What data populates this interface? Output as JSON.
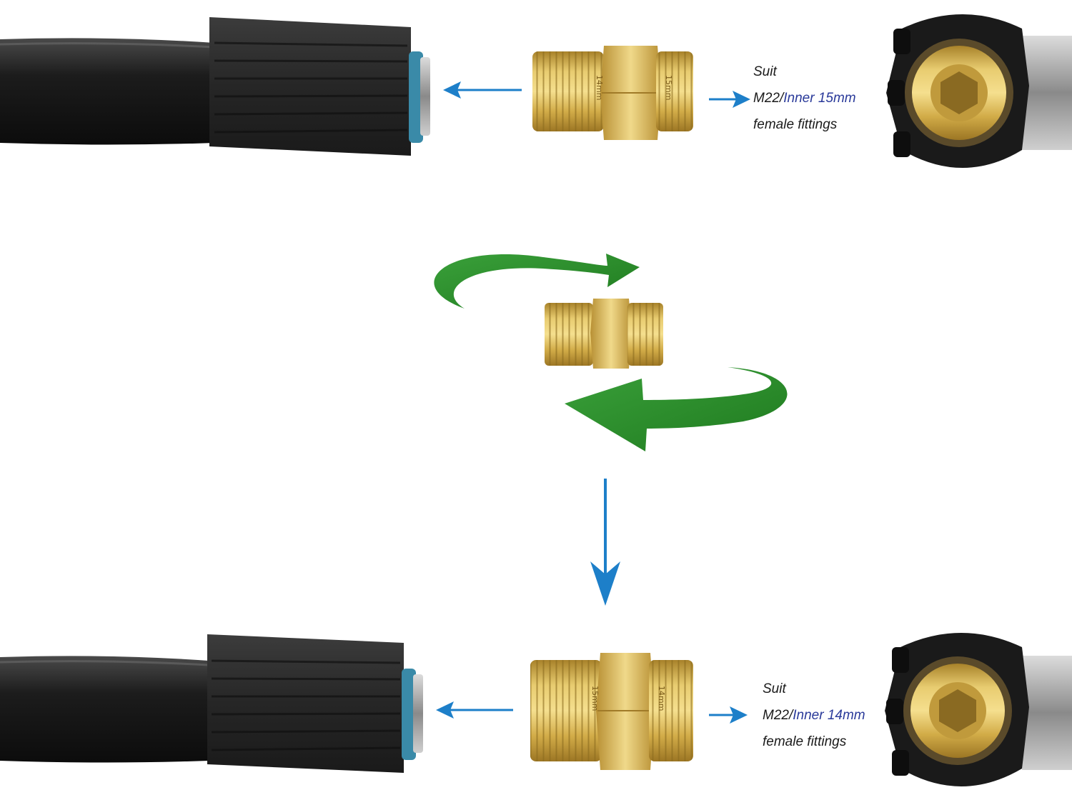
{
  "top_caption": {
    "line1": "Suit",
    "line2_prefix": "M22/",
    "line2_accent": "Inner 15mm",
    "line3": "female fittings"
  },
  "bottom_caption": {
    "line1": "Suit",
    "line2_prefix": "M22/",
    "line2_accent": "Inner 14mm",
    "line3": "female fittings"
  },
  "adapter_engraving": {
    "top_left": "14mm",
    "top_right": "15mm",
    "bottom_left": "15mm",
    "bottom_right": "14mm"
  },
  "colors": {
    "arrow_blue": "#1d7fc9",
    "rotate_green": "#2b8a2b",
    "brass": "#d6b14a",
    "rubber": "#2b2b2b",
    "accent_text": "#2a3a9a"
  },
  "icons": [
    "rotate-clockwise-arrow",
    "rotate-counterclockwise-arrow",
    "down-arrow"
  ]
}
